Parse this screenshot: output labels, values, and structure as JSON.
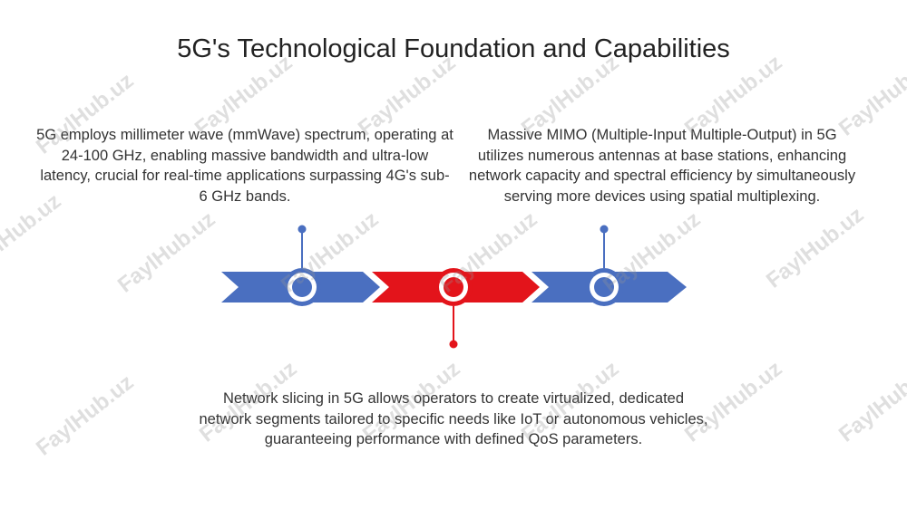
{
  "title": "5G's Technological Foundation and Capabilities",
  "blocks": {
    "left": "5G employs millimeter wave (mmWave) spectrum, operating at 24-100 GHz, enabling massive bandwidth and ultra-low latency, crucial for real-time applications surpassing 4G's sub-6 GHz bands.",
    "right": "Massive MIMO (Multiple-Input Multiple-Output) in 5G utilizes numerous antennas at base stations, enhancing network capacity and spectral efficiency by simultaneously serving more devices using spatial multiplexing.",
    "bottom": "Network slicing in 5G allows operators to create virtualized, dedicated network segments tailored to specific needs like IoT or autonomous vehicles, guaranteeing performance with defined QoS parameters."
  },
  "colors": {
    "blue": "#4a6fc0",
    "red": "#e3141b",
    "ring_fill": "#ffffff"
  },
  "watermark": "FaylHub.uz"
}
